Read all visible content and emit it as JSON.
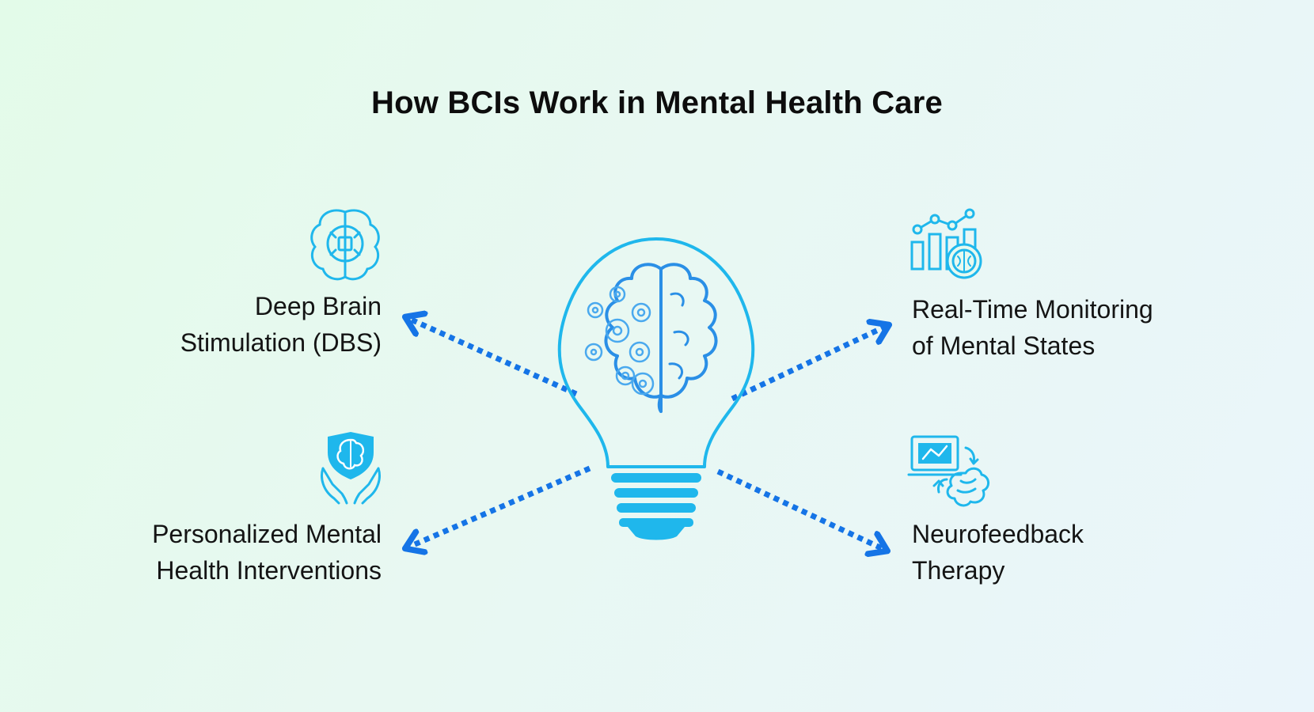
{
  "title": "How BCIs Work in Mental Health Care",
  "colors": {
    "accent": "#1fb7ec",
    "arrow": "#1574e6",
    "background": "#e6f9ef"
  },
  "center": {
    "icon": "lightbulb-brain-icon"
  },
  "items": [
    {
      "key": "dbs",
      "icon": "brain-chip-icon",
      "lines": [
        "Deep Brain",
        "Stimulation (DBS)"
      ]
    },
    {
      "key": "monitoring",
      "icon": "chart-brain-icon",
      "lines": [
        "Real-Time Monitoring",
        "of Mental States"
      ]
    },
    {
      "key": "interventions",
      "icon": "hands-shield-brain-icon",
      "lines": [
        "Personalized Mental",
        "Health Interventions"
      ]
    },
    {
      "key": "neurofeedback",
      "icon": "monitor-brain-cycle-icon",
      "lines": [
        "Neurofeedback",
        "Therapy"
      ]
    }
  ]
}
